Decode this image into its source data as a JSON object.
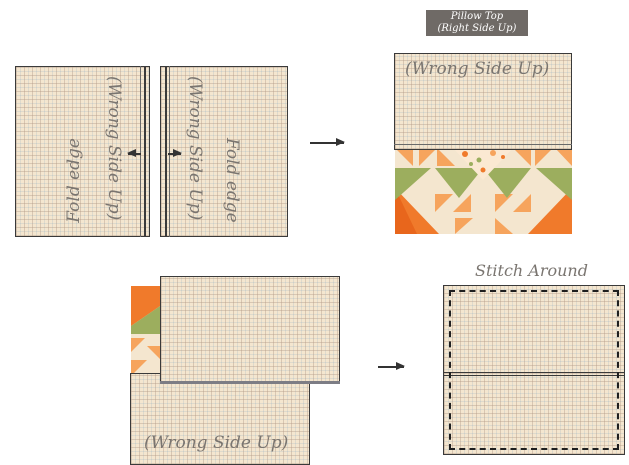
{
  "labels": {
    "wrong_side_up": "(Wrong Side Up)",
    "fold_edge": "Fold edge",
    "pillow_top_line1": "Pillow Top",
    "pillow_top_line2": "(Right Side Up)",
    "stitch_around": "Stitch Around"
  },
  "colors": {
    "fabric": "#f4e6cf",
    "outline": "#3a3a3a",
    "label_text": "#7a7570",
    "badge_bg": "#6f6a66",
    "orange": "#f07a2b",
    "peach": "#f6a45d",
    "green": "#9cae5e",
    "floral_cream": "#fbe9d2"
  },
  "icons": [
    "arrow-left-icon",
    "arrow-right-icon",
    "arrow-right-icon",
    "arrow-right-icon"
  ]
}
